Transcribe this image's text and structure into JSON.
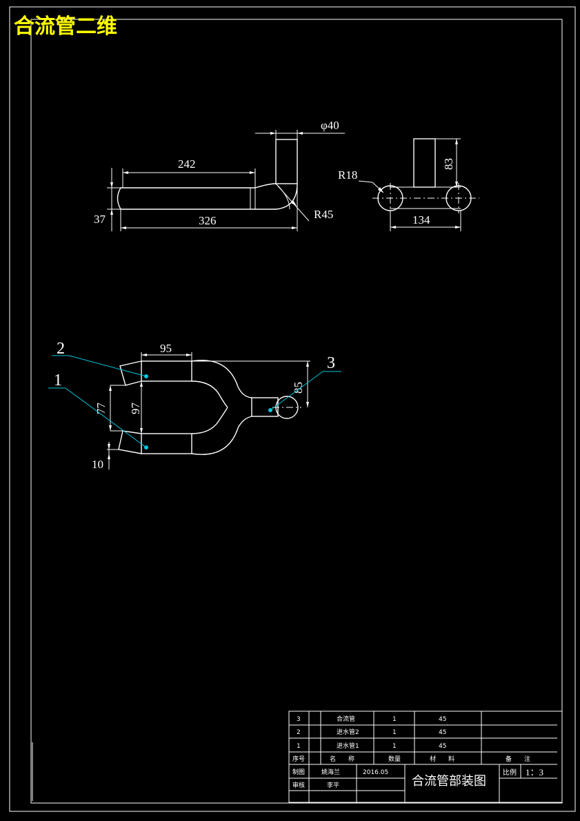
{
  "sheet_title": "合流管二维",
  "views": {
    "front": {
      "dim_diameter": "φ40",
      "dim_length_top": "242",
      "dim_height_left": "37",
      "dim_length_bottom": "326",
      "radius_label": "R45"
    },
    "side": {
      "radius_label": "R18",
      "dim_height": "83",
      "dim_width": "134"
    },
    "assembly": {
      "dim_top": "95",
      "dim_left_outer": "77",
      "dim_left_inner": "97",
      "dim_bottom": "10",
      "dim_right": "85",
      "balloons": [
        "2",
        "1",
        "3"
      ]
    }
  },
  "parts_list": {
    "rows": [
      {
        "no": "3",
        "name": "合流管",
        "qty": "1",
        "material": "45",
        "note": ""
      },
      {
        "no": "2",
        "name": "进水管2",
        "qty": "1",
        "material": "45",
        "note": ""
      },
      {
        "no": "1",
        "name": "进水管1",
        "qty": "1",
        "material": "45",
        "note": ""
      }
    ],
    "header": {
      "no": "序号",
      "name": "名　　称",
      "qty": "数量",
      "material": "材　　料",
      "note": "备　　注"
    }
  },
  "title_block": {
    "drawn_by_label": "制图",
    "drawn_by": "姚海兰",
    "date": "2016.05",
    "checked_by_label": "审核",
    "checked_by": "李平",
    "drawing_name": "合流管部装图",
    "scale_label": "比例",
    "scale_value": "1：3"
  },
  "colors": {
    "background": "#000000",
    "lines": "#ffffff",
    "title": "#ffff00",
    "leader": "#00c8dc"
  }
}
